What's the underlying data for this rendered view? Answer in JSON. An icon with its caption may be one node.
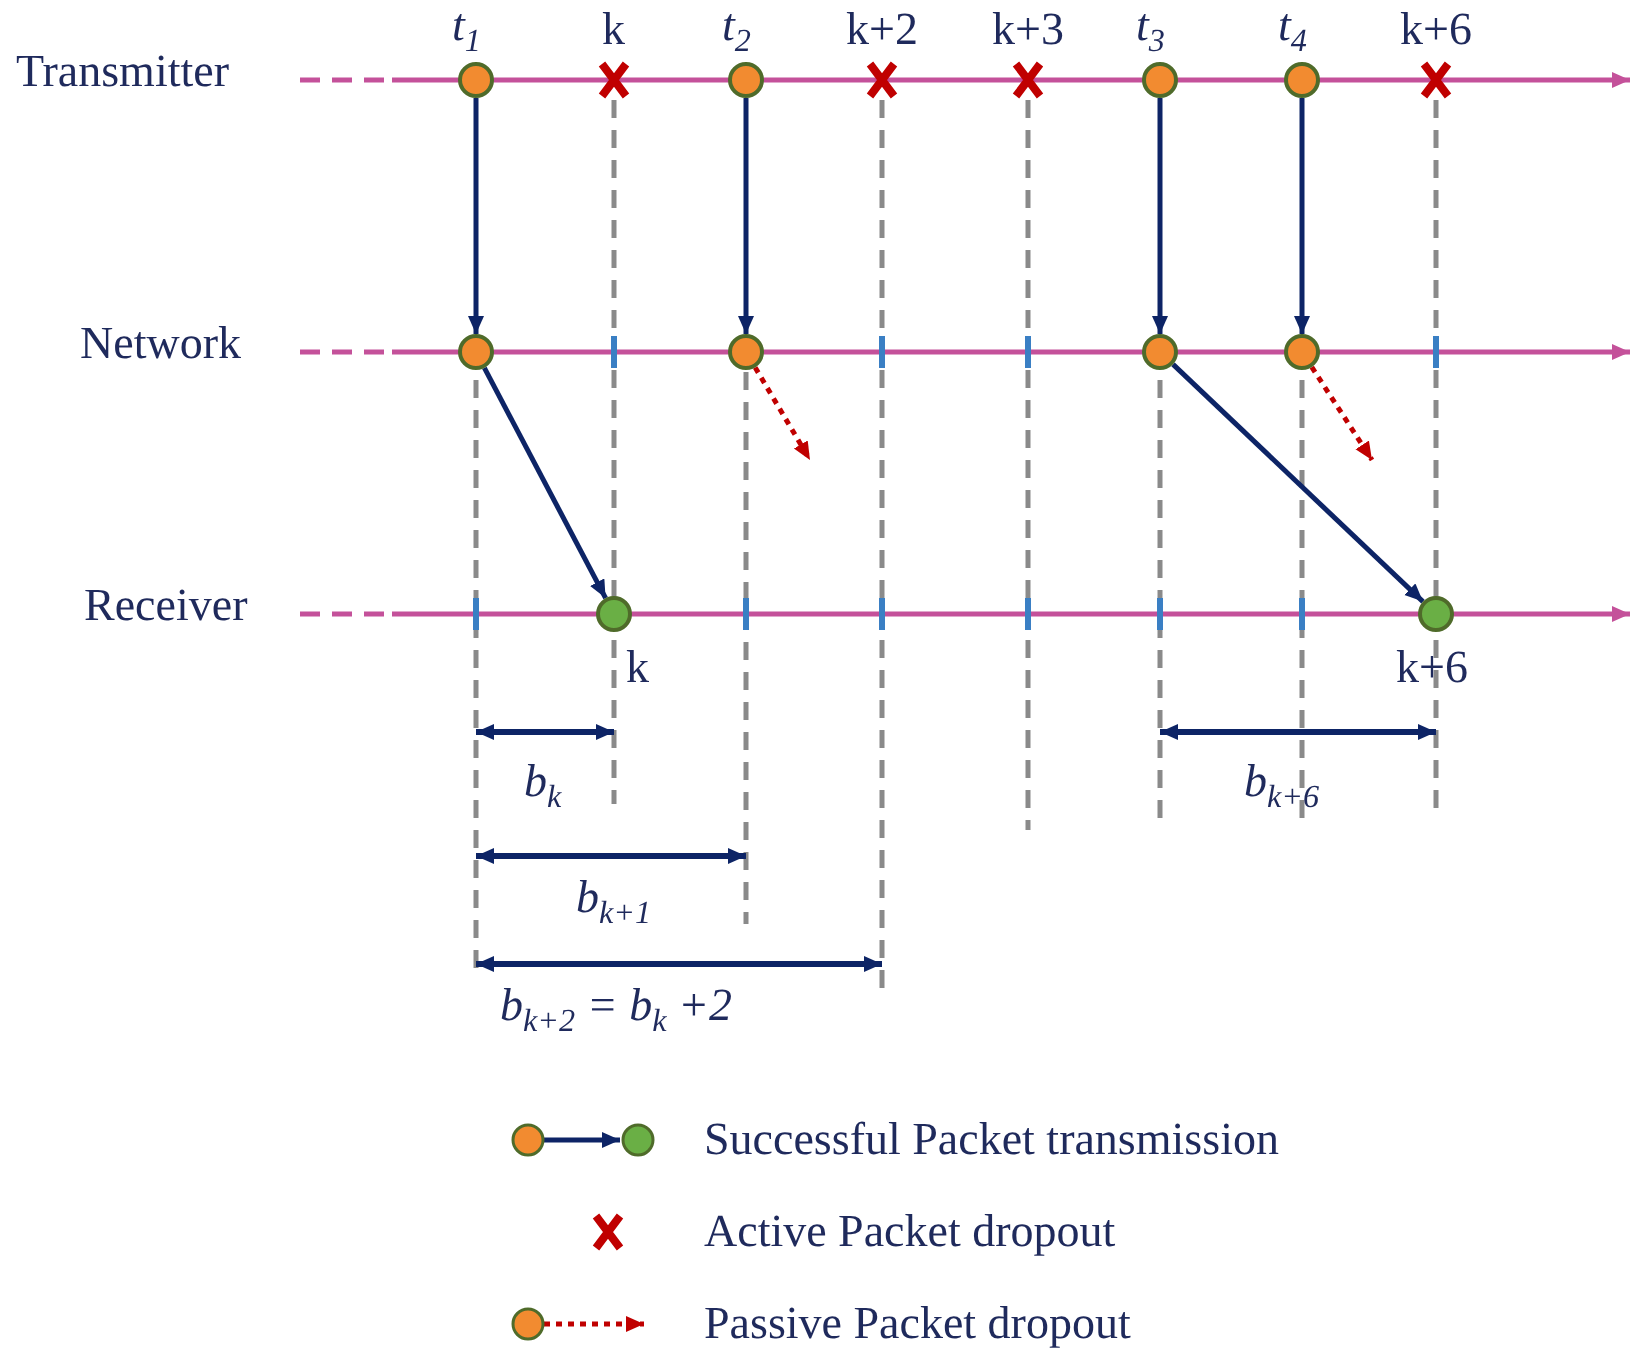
{
  "diagram": {
    "nodes": [
      {
        "text": [],
        "shape": "circle",
        "beside": [
          "t$_{1}$"
        ]
      },
      {
        "text": [],
        "shape": "circle",
        "beside": [
          "t$_{2}$"
        ]
      },
      {
        "text": [],
        "shape": "circle",
        "beside": [
          "t$_{3}$"
        ]
      },
      {
        "text": [],
        "shape": "circle",
        "beside": [
          "t$_{4}$"
        ]
      },
      {
        "text": [],
        "shape": "circle"
      },
      {
        "text": [],
        "shape": "circle"
      },
      {
        "text": [],
        "shape": "circle"
      },
      {
        "text": [],
        "shape": "circle"
      },
      {
        "text": [],
        "shape": "circle",
        "beside": [
          "k"
        ]
      },
      {
        "text": [],
        "shape": "circle",
        "beside": [
          "k+6"
        ]
      }
    ],
    "edges": [
      {
        "from": 0,
        "to": 4,
        "arrow": "to"
      },
      {
        "from": 1,
        "to": 5,
        "arrow": "to"
      },
      {
        "from": 2,
        "to": 6,
        "arrow": "to"
      },
      {
        "from": 3,
        "to": 7,
        "arrow": "to"
      },
      {
        "from": 4,
        "to": 8,
        "arrow": "to"
      },
      {
        "from": 6,
        "to": 9,
        "arrow": "to"
      },
      {
        "from": 5,
        "to": null,
        "arrow": "to",
        "style": "dashed",
        "color": "#c00000"
      },
      {
        "from": 7,
        "to": null,
        "arrow": "to",
        "style": "dashed",
        "color": "#c00000"
      }
    ],
    "labels": [
      "Transmitter",
      "k",
      "k+2",
      "k+3",
      "k+6",
      "Network",
      "Receiver",
      "b$_{k}$",
      "b$_{k+6}$",
      "b$_{k+1}$",
      "b$_{k+2}$ = b$_{k}$ +2"
    ],
    "legend": [
      {
        "text": "Successful Packet transmission"
      },
      {
        "text": "Active Packet dropout"
      },
      {
        "text": "Passive Packet dropout"
      }
    ]
  }
}
